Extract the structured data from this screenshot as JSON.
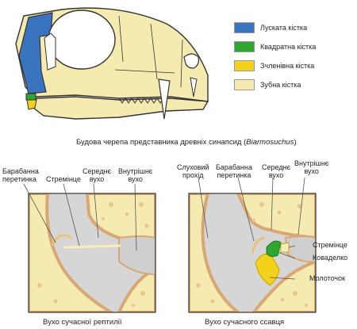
{
  "skull": {
    "caption_prefix": "Будова черепа представника древніх синапсид (",
    "caption_genus": "Biarmosuchus",
    "caption_suffix": ")"
  },
  "legend": [
    {
      "label": "Луската кістка",
      "color": "#3a74c1"
    },
    {
      "label": "Квадратна кістка",
      "color": "#2fa62f"
    },
    {
      "label": "Зчленівна кістка",
      "color": "#f3d21c"
    },
    {
      "label": "Зубна кістка",
      "color": "#f5ebb0"
    }
  ],
  "reptile": {
    "labels": {
      "eardrum": "Барабанна\nперетинка",
      "stapes": "Стремінце",
      "middle_ear": "Середнє\nвухо",
      "inner_ear": "Внутрішнє\nвухо"
    },
    "caption": "Вухо сучасної рептилії"
  },
  "mammal": {
    "labels": {
      "ear_canal": "Слуховий\nпрохід",
      "eardrum": "Барабанна\nперетинка",
      "middle_ear": "Середнє\nвухо",
      "inner_ear": "Внутрішнє\nвухо",
      "stapes": "Стремінце",
      "incus": "Коваделко",
      "malleus": "Молоточок"
    },
    "caption": "Вухо сучасного ссавця"
  },
  "colors": {
    "bone": "#f5ebb0",
    "bone_edge": "#d9a774",
    "cavity": "#d6d6d6",
    "outline": "#333333"
  }
}
